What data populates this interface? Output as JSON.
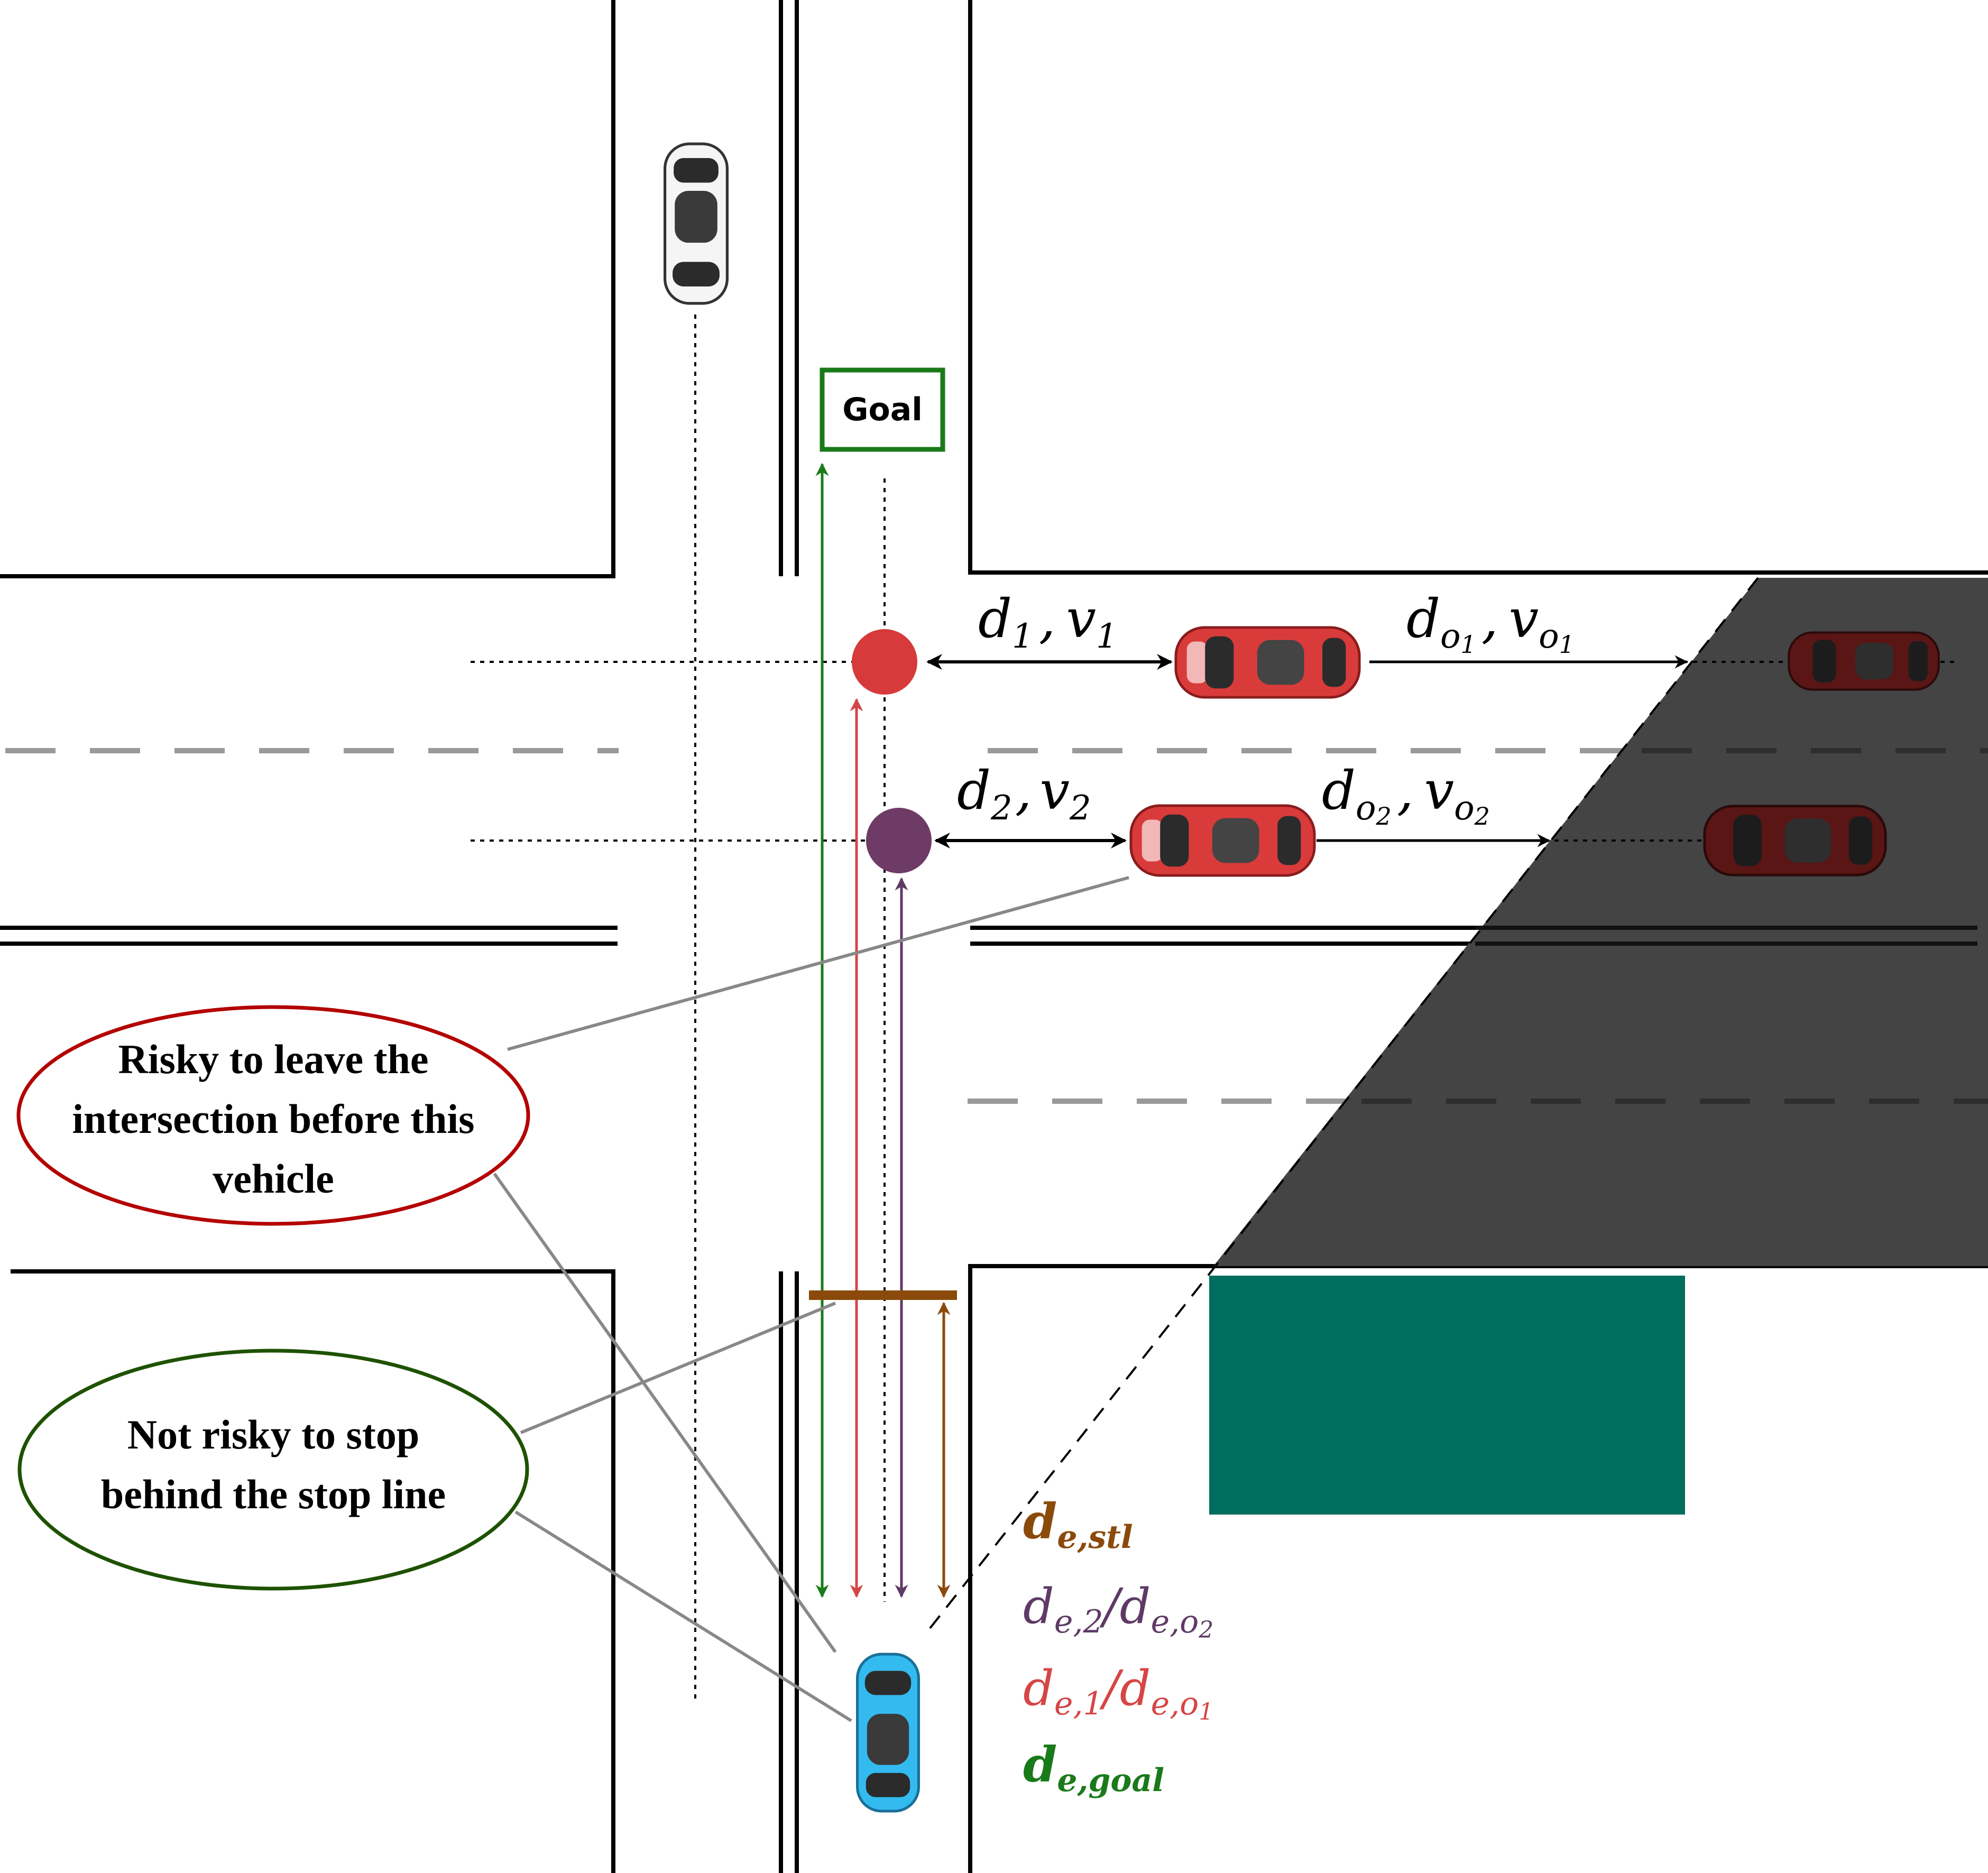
{
  "goal": {
    "label": "Goal"
  },
  "callouts": {
    "risky": {
      "lines": [
        "Risky to leave the",
        "intersection before this",
        "vehicle"
      ]
    },
    "not_risky": {
      "lines": [
        "Not risky to stop",
        "behind the stop line"
      ]
    }
  },
  "labels": {
    "d1": "d",
    "d1_sub": "1",
    "v1": "v",
    "v1_sub": "1",
    "d2": "d",
    "d2_sub": "2",
    "v2": "v",
    "v2_sub": "2",
    "do1": "d",
    "do1_sub": "o",
    "do1_subsub": "1",
    "vo1": "v",
    "vo1_sub": "o",
    "vo1_subsub": "1",
    "do2": "d",
    "do2_sub": "o",
    "do2_subsub": "2",
    "vo2": "v",
    "vo2_sub": "o",
    "vo2_subsub": "2",
    "comma": ","
  },
  "legend": {
    "stl": {
      "base": "d",
      "sub": "e,stl"
    },
    "two": {
      "base1": "d",
      "sub1": "e,2",
      "slash": "/",
      "base2": "d",
      "sub2a": "e,o",
      "sub2b": "2"
    },
    "one": {
      "base1": "d",
      "sub1": "e,1",
      "slash": "/",
      "base2": "d",
      "sub2a": "e,o",
      "sub2b": "1"
    },
    "goal": {
      "base": "d",
      "sub": "e,goal"
    }
  },
  "colors": {
    "road_line": "#000000",
    "lane_dash": "#999999",
    "occlusion": "#444444",
    "occluder_block": "#006e5e",
    "goal": "#1a7a1a",
    "red": "#d64545",
    "purple": "#5e3a66",
    "brown": "#8b4a0b",
    "dark_green": "#1e5200",
    "callout_red": "#b30000",
    "ego_blue": "#33bbf0"
  }
}
